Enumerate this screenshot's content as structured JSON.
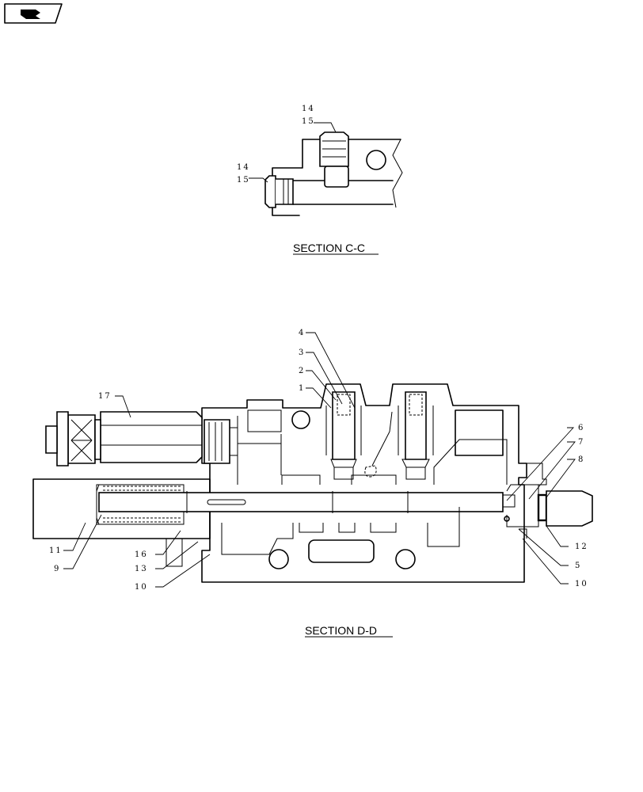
{
  "section_cc": {
    "title": "SECTION  C-C",
    "callouts": [
      "14",
      "15",
      "14",
      "15"
    ]
  },
  "section_dd": {
    "title": "SECTION  D-D",
    "callouts": [
      "4",
      "3",
      "2",
      "1",
      "17",
      "6",
      "7",
      "8",
      "11",
      "9",
      "16",
      "13",
      "10",
      "12",
      "5",
      "10"
    ]
  },
  "icons": {
    "nav_back": "arrow-back-icon"
  }
}
